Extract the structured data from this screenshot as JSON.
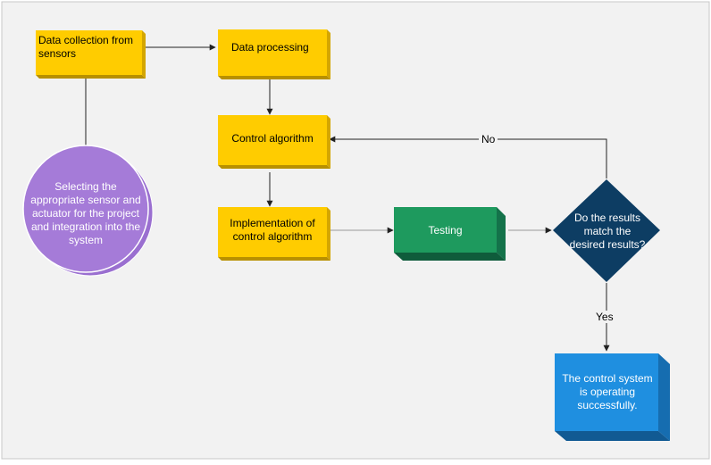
{
  "nodes": {
    "data_collection": "Data collection from sensors",
    "data_processing": "Data processing",
    "control_algorithm": "Control algorithm",
    "implementation": "Implementation of control algorithm",
    "testing": "Testing",
    "decision": "Do the results match the desired results?",
    "selecting": "Selecting the appropriate sensor and actuator for the project and integration into the system",
    "success": "The control system is operating successfully."
  },
  "edges": {
    "no_label": "No",
    "yes_label": "Yes"
  },
  "colors": {
    "background": "#f2f2f2",
    "process_yellow": "#ffcc00",
    "testing_green": "#1e9a5e",
    "decision_navy": "#0d3d63",
    "selecting_purple": "#a57bd8",
    "success_blue": "#1f8fe0"
  }
}
